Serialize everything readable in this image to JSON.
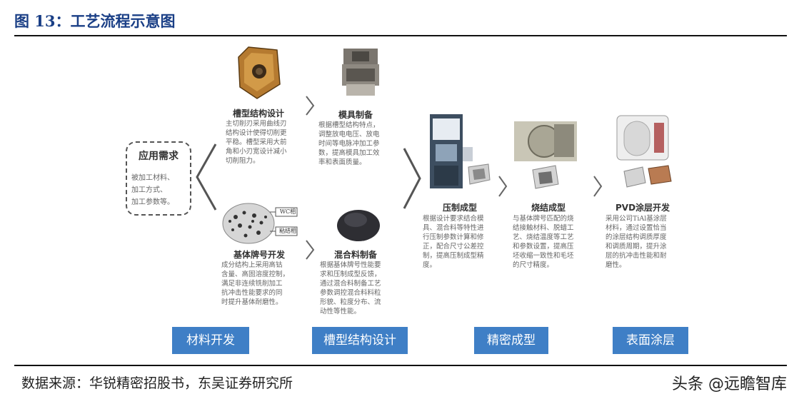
{
  "figure_title": "图 13：工艺流程示意图",
  "source_note": "数据来源：华锐精密招股书，东吴证券研究所",
  "watermark": "头条 @远瞻智库",
  "demand": {
    "title": "应用需求",
    "items": [
      "被加工材料、",
      "加工方式、",
      "加工参数等。"
    ]
  },
  "steps": {
    "groove": {
      "title": "槽型结构设计",
      "lines": [
        "主切削刃采用曲线刃",
        "结构设计使得切削更",
        "平稳。槽型采用大前",
        "角和小刃宽设计减小",
        "切削阻力。"
      ]
    },
    "mold": {
      "title": "模具制备",
      "lines": [
        "根据槽型结构特点，",
        "调整放电电压、放电",
        "时间等电脉冲加工参",
        "数，提高模具加工效",
        "率和表面质量。"
      ]
    },
    "grade": {
      "title": "基体牌号开发",
      "lines": [
        "成分结构上采用高钴",
        "含量、高固溶度控制，",
        "满足非连续铣削加工",
        "抗冲击性能要求的同",
        "时提升基体耐磨性。"
      ]
    },
    "mix": {
      "title": "混合料制备",
      "lines": [
        "根据基体牌号性能要",
        "求和压制成型反馈，",
        "通过混合料制备工艺",
        "参数调控混合料料粒",
        "形貌、粒度分布、流",
        "动性等性能。"
      ]
    },
    "press": {
      "title": "压制成型",
      "lines": [
        "根据设计要求结合模",
        "具、混合料等特性进",
        "行压制参数计算和修",
        "正，配合尺寸公差控",
        "制，提高压制成型精",
        "度。"
      ]
    },
    "sinter": {
      "title": "烧结成型",
      "lines": [
        "与基体牌号匹配的烧",
        "结接触材料、脱蜡工",
        "艺、烧结温度等工艺",
        "和参数设置，提高压",
        "坯收缩一致性和毛坯",
        "的尺寸精度。"
      ]
    },
    "pvd": {
      "title": "PVD涂层开发",
      "lines": [
        "采用公司TiAl基涂层",
        "材料，通过设置恰当",
        "的涂层结构调质厚度",
        "和调质周期，提升涂",
        "层的抗冲击性能和耐",
        "磨性。"
      ]
    }
  },
  "micro_labels": {
    "wc": "WC相",
    "binder": "粘结相"
  },
  "stages": [
    "材料开发",
    "槽型结构设计",
    "精密成型",
    "表面涂层"
  ],
  "colors": {
    "title_blue": "#1a3f86",
    "stage_blue": "#3f7fc6"
  }
}
